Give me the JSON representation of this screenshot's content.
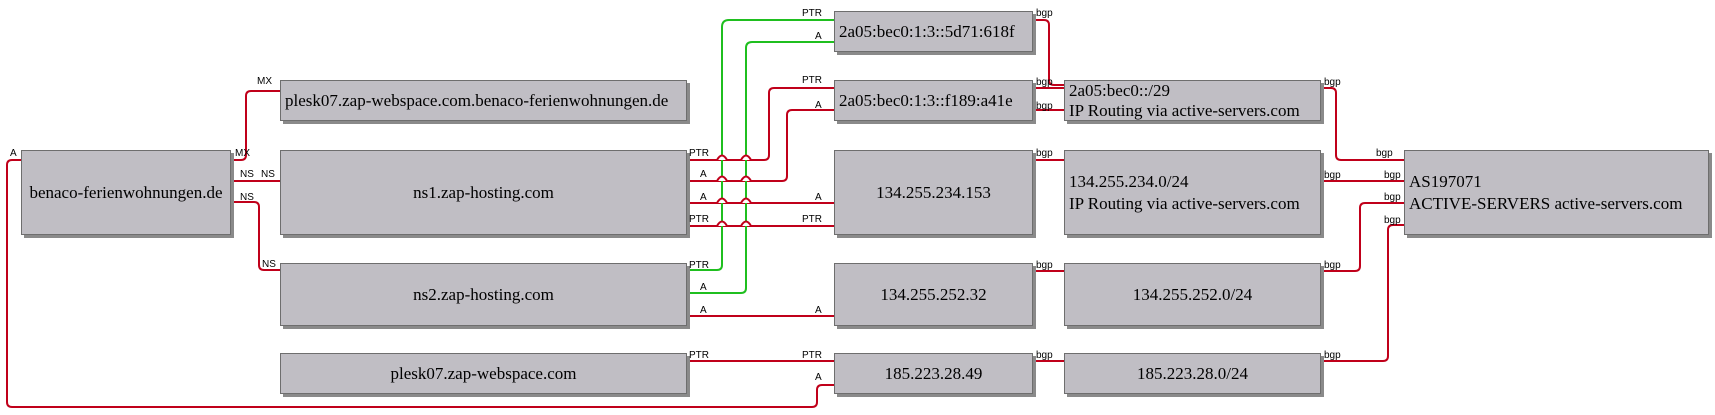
{
  "colors": {
    "red": "#c0001a",
    "green": "#1fbf1f"
  },
  "nodes": {
    "domain": {
      "label": "benaco-ferienwohnungen.de"
    },
    "mx": {
      "label": "plesk07.zap-webspace.com.benaco-ferienwohnungen.de"
    },
    "ns1": {
      "label": "ns1.zap-hosting.com"
    },
    "ns2": {
      "label": "ns2.zap-hosting.com"
    },
    "plesk": {
      "label": "plesk07.zap-webspace.com"
    },
    "ip6a": {
      "label": "2a05:bec0:1:3::5d71:618f"
    },
    "ip6b": {
      "label": "2a05:bec0:1:3::f189:a41e"
    },
    "ip1": {
      "label": "134.255.234.153"
    },
    "ip2": {
      "label": "134.255.252.32"
    },
    "ip3": {
      "label": "185.223.28.49"
    },
    "net6": {
      "line1": "2a05:bec0::/29",
      "line2": "IP Routing via active-servers.com"
    },
    "net1": {
      "line1": "134.255.234.0/24",
      "line2": "IP Routing via active-servers.com"
    },
    "net2": {
      "label": "134.255.252.0/24"
    },
    "net3": {
      "label": "185.223.28.0/24"
    },
    "as": {
      "line1": "AS197071",
      "line2": "ACTIVE-SERVERS active-servers.com"
    }
  },
  "edge_labels": {
    "mx_top": "MX",
    "mx_src": "MX",
    "ns_src1": "NS",
    "ns_dst1": "NS",
    "ns_src2": "NS",
    "ns_dst2": "NS",
    "a_domain": "A",
    "ptr_ns1": "PTR",
    "a_ns1_1": "A",
    "a_ns1_2": "A",
    "ptr_ns1_2": "PTR",
    "ptr_ns2": "PTR",
    "a_ns2_1": "A",
    "a_ns2_2": "A",
    "ptr_plesk": "PTR",
    "ptr_ip6a": "PTR",
    "a_ip6a": "A",
    "ptr_ip6b": "PTR",
    "a_ip6b": "A",
    "a_ip1": "A",
    "ptr_ip1": "PTR",
    "a_ip2": "A",
    "ptr_ip3": "PTR",
    "a_ip3": "A",
    "bgp_ip6a": "bgp",
    "bgp_ip6b": "bgp",
    "bgp_ip1": "bgp",
    "bgp_ip2": "bgp",
    "bgp_ip3": "bgp",
    "bgp_net6": "bgp",
    "bgp_net1": "bgp",
    "bgp_net2": "bgp",
    "bgp_net3": "bgp",
    "bgp_as1": "bgp",
    "bgp_as2": "bgp",
    "bgp_as3": "bgp",
    "bgp_as4": "bgp"
  }
}
